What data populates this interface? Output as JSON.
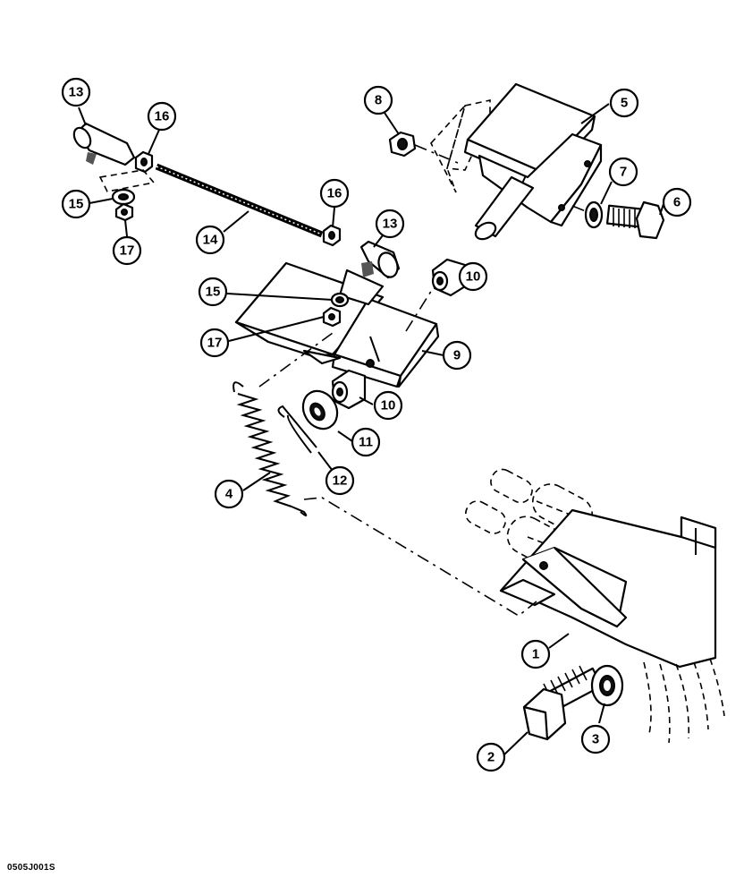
{
  "drawing_code": "0505J001S",
  "callouts": [
    {
      "id": "c13a",
      "label": "13"
    },
    {
      "id": "c16a",
      "label": "16"
    },
    {
      "id": "c15a",
      "label": "15"
    },
    {
      "id": "c17a",
      "label": "17"
    },
    {
      "id": "c14",
      "label": "14"
    },
    {
      "id": "c16b",
      "label": "16"
    },
    {
      "id": "c13b",
      "label": "13"
    },
    {
      "id": "c8",
      "label": "8"
    },
    {
      "id": "c5",
      "label": "5"
    },
    {
      "id": "c7",
      "label": "7"
    },
    {
      "id": "c6",
      "label": "6"
    },
    {
      "id": "c10a",
      "label": "10"
    },
    {
      "id": "c15b",
      "label": "15"
    },
    {
      "id": "c17b",
      "label": "17"
    },
    {
      "id": "c9",
      "label": "9"
    },
    {
      "id": "c10b",
      "label": "10"
    },
    {
      "id": "c11",
      "label": "11"
    },
    {
      "id": "c12",
      "label": "12"
    },
    {
      "id": "c4",
      "label": "4"
    },
    {
      "id": "c1",
      "label": "1"
    },
    {
      "id": "c2",
      "label": "2"
    },
    {
      "id": "c3",
      "label": "3"
    }
  ]
}
